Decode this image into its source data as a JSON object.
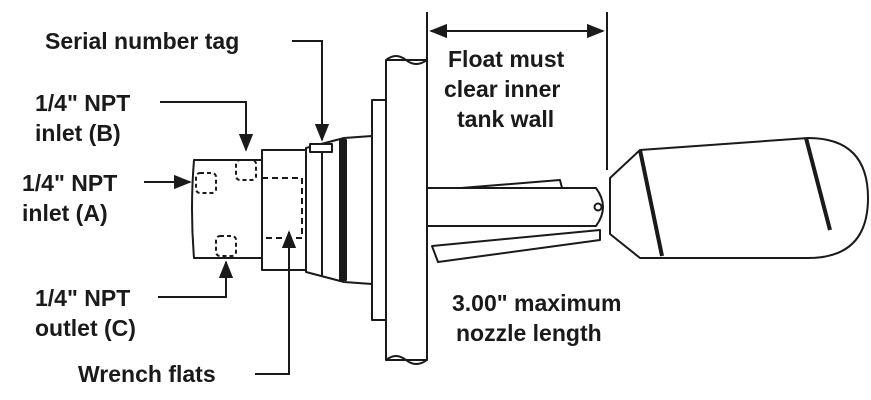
{
  "labels": {
    "serial_number_tag": "Serial number tag",
    "inlet_b_line1": "1/4\" NPT",
    "inlet_b_line2": "inlet (B)",
    "inlet_a_line1": "1/4\" NPT",
    "inlet_a_line2": "inlet (A)",
    "outlet_c_line1": "1/4\" NPT",
    "outlet_c_line2": "outlet (C)",
    "wrench_flats": "Wrench flats",
    "float_clear_line1": "Float must",
    "float_clear_line2": "clear inner",
    "float_clear_line3": "tank wall",
    "nozzle_line1": "3.00\" maximum",
    "nozzle_line2": "nozzle length"
  },
  "colors": {
    "ink": "#1a1a1a",
    "fill": "#ffffff"
  }
}
